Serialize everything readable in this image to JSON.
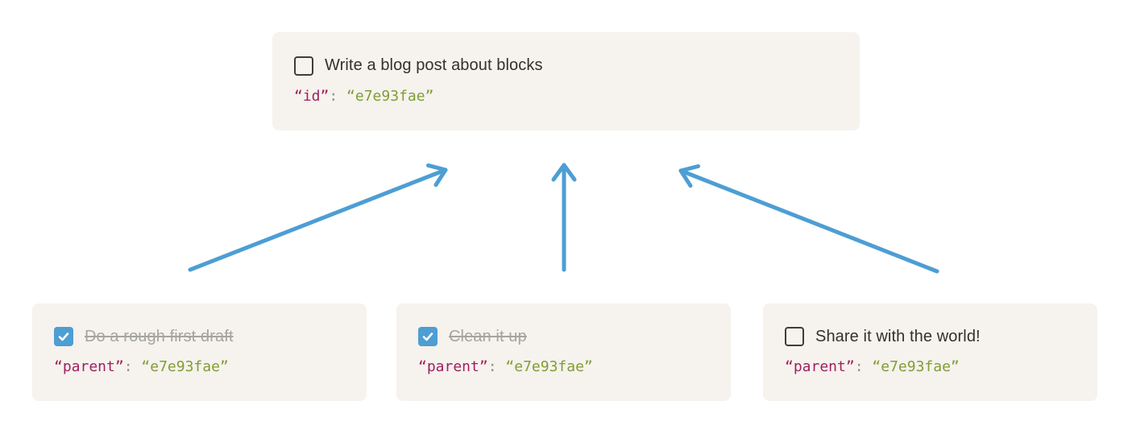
{
  "diagram": {
    "description": "Parent task block with three child task blocks linked by arrows",
    "parent": {
      "title": "Write a blog post about blocks",
      "checked": false,
      "completed": false,
      "code_key": "“id”",
      "code_separator": ": ",
      "code_value": "“e7e93fae”"
    },
    "children": [
      {
        "title": "Do a rough first draft",
        "checked": true,
        "completed": true,
        "code_key": "“parent”",
        "code_separator": ": ",
        "code_value": "“e7e93fae”"
      },
      {
        "title": "Clean it up",
        "checked": true,
        "completed": true,
        "code_key": "“parent”",
        "code_separator": ": ",
        "code_value": "“e7e93fae”"
      },
      {
        "title": "Share it with the world!",
        "checked": false,
        "completed": false,
        "code_key": "“parent”",
        "code_separator": ": ",
        "code_value": "“e7e93fae”"
      }
    ],
    "colors": {
      "card_background": "#f6f2ed",
      "arrow_blue": "#4d9ed3",
      "checkbox_checked_blue": "#4d9ed3",
      "code_key": "#9d2160",
      "code_value": "#7e9e35",
      "code_colon": "#8e8d8a",
      "title_text": "#33312d",
      "completed_text": "#a5a4a1"
    }
  }
}
